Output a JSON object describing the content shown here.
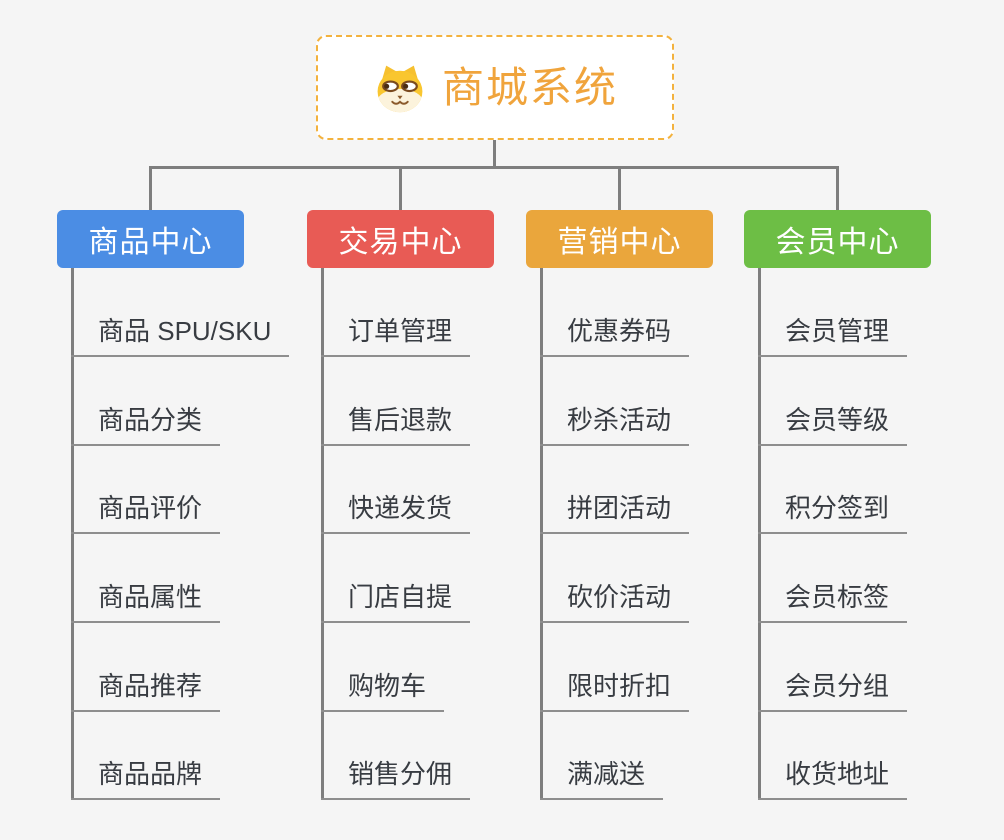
{
  "root": {
    "title": "商城系统",
    "icon": "shiba-dog-icon",
    "accent_color": "#F0A43C",
    "border_color": "#F3B23E"
  },
  "branches": [
    {
      "label": "商品中心",
      "color": "#4B8DE4",
      "items": [
        "商品 SPU/SKU",
        "商品分类",
        "商品评价",
        "商品属性",
        "商品推荐",
        "商品品牌"
      ]
    },
    {
      "label": "交易中心",
      "color": "#E85B55",
      "items": [
        "订单管理",
        "售后退款",
        "快递发货",
        "门店自提",
        "购物车",
        "销售分佣"
      ]
    },
    {
      "label": "营销中心",
      "color": "#EAA63C",
      "items": [
        "优惠券码",
        "秒杀活动",
        "拼团活动",
        "砍价活动",
        "限时折扣",
        "满减送"
      ]
    },
    {
      "label": "会员中心",
      "color": "#6DBE45",
      "items": [
        "会员管理",
        "会员等级",
        "积分签到",
        "会员标签",
        "会员分组",
        "收货地址"
      ]
    }
  ],
  "colors": {
    "background": "#F5F5F5",
    "connector": "#7E7E7E",
    "underline": "#8E8E8E",
    "item_text": "#383C42"
  }
}
